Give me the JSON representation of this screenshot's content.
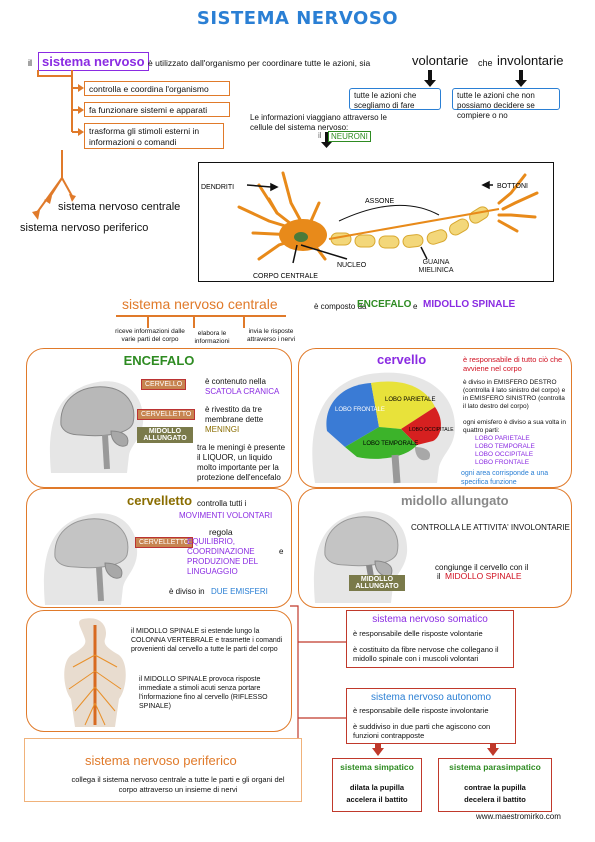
{
  "title": "SISTEMA NERVOSO",
  "intro": {
    "prefix": "il",
    "term": "sistema nervoso",
    "text": "è utilizzato dall'organismo per coordinare tutte le azioni, sia",
    "voluntary": "volontarie",
    "conj": "che",
    "involuntary": "involontarie",
    "voluntary_desc": "tutte le azioni che scegliamo di fare",
    "involuntary_desc": "tutte le azioni che non possiamo decidere se compiere o no"
  },
  "functions": [
    "controlla e coordina l'organismo",
    "fa funzionare sistemi e apparati",
    "trasforma gli stimoli esterni in informazioni o comandi"
  ],
  "neurons": {
    "text": "Le informazioni viaggiano attraverso le cellule del sistema nervoso:",
    "label": "NEURONI"
  },
  "neuron_labels": {
    "dendrites": "DENDRITI",
    "axon": "ASSONE",
    "buttons": "BOTTONI",
    "nucleus": "NUCLEO",
    "sheath": "GUAINA MIELINICA",
    "body": "CORPO CENTRALE"
  },
  "branches": {
    "central": "sistema nervoso centrale",
    "peripheral": "sistema nervoso periferico"
  },
  "central": {
    "heading": "sistema nervoso centrale",
    "composed": "è composto da",
    "encephalon": "ENCEFALO",
    "and": "e",
    "spinal": "MIDOLLO SPINALE",
    "roles": [
      "riceve informazioni dalle varie parti del corpo",
      "elabora le informazioni",
      "invia le risposte attraverso i nervi"
    ]
  },
  "encefalo": {
    "heading": "ENCEFALO",
    "tags": [
      "CERVELLO",
      "CERVELLETTO",
      "MIDOLLO ALLUNGATO"
    ],
    "p1": "è contenuto nella",
    "p1b": "SCATOLA CRANICA",
    "p2": "è rivestito da tre membrane dette",
    "p2b": "MENINGI",
    "p3": "tra le meningi è presente il LIQUOR, un liquido molto importante per la protezione dell'encefalo"
  },
  "cervello": {
    "heading": "cervello",
    "p1": "è responsabile di tutto ciò che avviene nel corpo",
    "p2": "è diviso in EMISFERO DESTRO (controlla il lato sinistro del corpo) e in EMISFERO SINISTRO (controlla il lato destro del corpo)",
    "p3": "ogni emisfero è diviso a sua volta in quattro parti:",
    "lobes": [
      "LOBO PARIETALE",
      "LOBO TEMPORALE",
      "LOBO OCCIPITALE",
      "LOBO FRONTALE"
    ],
    "p4": "ogni area corrisponde a una specifica funzione",
    "map_labels": [
      "LOBO FRONTALE",
      "LOBO PARIETALE",
      "LOBO TEMPORALE",
      "LOBO OCCIPITALE"
    ]
  },
  "cervelletto": {
    "heading": "cervelletto",
    "tag": "CERVELLETTO",
    "p1": "controlla tutti i",
    "p1b": "MOVIMENTI VOLONTARI",
    "p2": "regola",
    "p2b": "EQUILIBRIO, COORDINAZIONE",
    "p2c": "e",
    "p2d": "PRODUZIONE DEL LINGUAGGIO",
    "p3": "è diviso in",
    "p3b": "DUE EMISFERI"
  },
  "midollo_allungato": {
    "heading": "midollo allungato",
    "tag": "MIDOLLO ALLUNGATO",
    "p1": "CONTROLLA LE ATTIVITA' INVOLONTARIE",
    "p2": "congiunge il cervello con il",
    "p2b": "MIDOLLO SPINALE"
  },
  "midollo_spinale": {
    "p1": "il MIDOLLO SPINALE si estende lungo la COLONNA VERTEBRALE e trasmette i comandi provenienti dal cervello a tutte le parti del corpo",
    "p2": "il MIDOLLO SPINALE provoca risposte immediate a stimoli acuti senza portare l'informazione fino al cervello (RIFLESSO SPINALE)"
  },
  "somatico": {
    "heading": "sistema nervoso somatico",
    "p1": "è responsabile delle risposte volontarie",
    "p2": "è costituito da fibre nervose che collegano il midollo spinale con i muscoli volontari"
  },
  "autonomo": {
    "heading": "sistema nervoso autonomo",
    "p1": "è responsabile delle risposte involontarie",
    "p2": "è suddiviso in due parti che agiscono con funzioni contrapposte"
  },
  "simpatico": {
    "heading": "sistema simpatico",
    "p1": "dilata la pupilla",
    "p2": "accelera il battito"
  },
  "parasimpatico": {
    "heading": "sistema parasimpatico",
    "p1": "contrae la pupilla",
    "p2": "decelera il battito"
  },
  "periferico": {
    "heading": "sistema nervoso periferico",
    "p1": "collega il sistema nervoso centrale a tutte le parti e gli organi del corpo attraverso un insieme di nervi"
  },
  "footer": "www.maestromirko.com"
}
